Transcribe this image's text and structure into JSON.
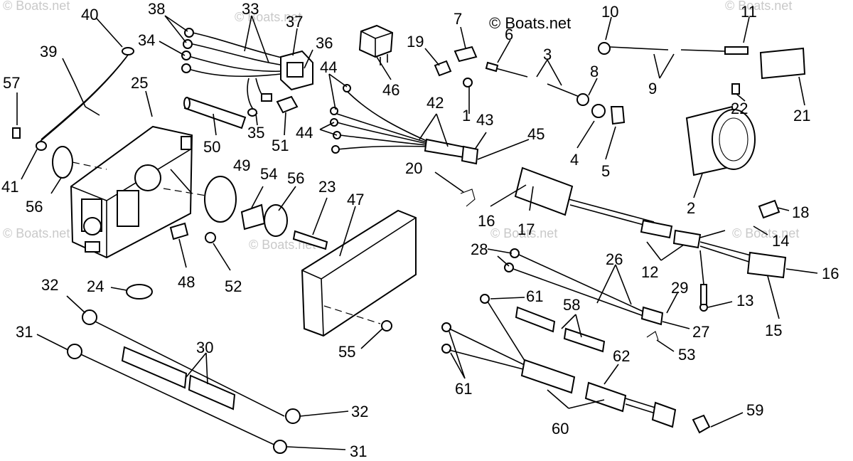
{
  "copyright": "© Boats.net",
  "watermark": "© Boats.net",
  "labels": {
    "1": "1",
    "2": "2",
    "3": "3",
    "4": "4",
    "5": "5",
    "6": "6",
    "7": "7",
    "8": "8",
    "9": "9",
    "10": "10",
    "11": "11",
    "12": "12",
    "13": "13",
    "14": "14",
    "15": "15",
    "16": "16",
    "17": "17",
    "18": "18",
    "19": "19",
    "20": "20",
    "21": "21",
    "22": "22",
    "23": "23",
    "24": "24",
    "25": "25",
    "26": "26",
    "27": "27",
    "28": "28",
    "29": "29",
    "30": "30",
    "31": "31",
    "32": "32",
    "33": "33",
    "34": "34",
    "35": "35",
    "36": "36",
    "37": "37",
    "38": "38",
    "39": "39",
    "40": "40",
    "41": "41",
    "42": "42",
    "43": "43",
    "44": "44",
    "45": "45",
    "46": "46",
    "47": "47",
    "48": "48",
    "49": "49",
    "50": "50",
    "51": "51",
    "52": "52",
    "53": "53",
    "54": "54",
    "55": "55",
    "56": "56",
    "57": "57",
    "58": "58",
    "59": "59",
    "60": "60",
    "61": "61",
    "62": "62"
  }
}
